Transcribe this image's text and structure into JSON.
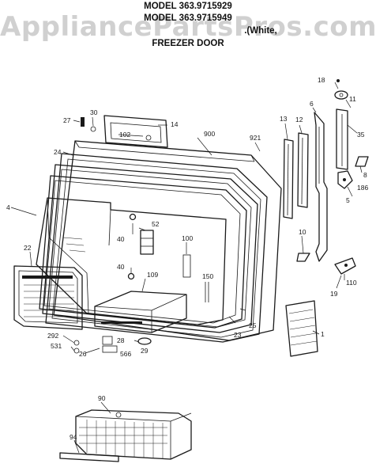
{
  "header": {
    "line1": "MODEL 363.9715929",
    "line2": "MODEL 363.9715949",
    "line3": ".(White,",
    "line4": "FREEZER DOOR"
  },
  "watermark": "AppliancePartsPros.com",
  "labels": {
    "p1": "1",
    "p4": "4",
    "p5": "5",
    "p6": "6",
    "p8": "8",
    "p10": "10",
    "p11": "11",
    "p12": "12",
    "p13": "13",
    "p14": "14",
    "p18": "18",
    "p19": "19",
    "p22": "22",
    "p23": "23",
    "p24": "24",
    "p25": "25",
    "p26": "26",
    "p27": "27",
    "p28": "28",
    "p29": "29",
    "p30": "30",
    "p35": "35",
    "p40a": "40",
    "p40b": "40",
    "p52": "52",
    "p90": "90",
    "p94": "94",
    "p100": "100",
    "p102": "102",
    "p109": "109",
    "p110": "110",
    "p150": "150",
    "p186": "186",
    "p292": "292",
    "p531": "531",
    "p566": "566",
    "p900": "900",
    "p921": "921"
  }
}
